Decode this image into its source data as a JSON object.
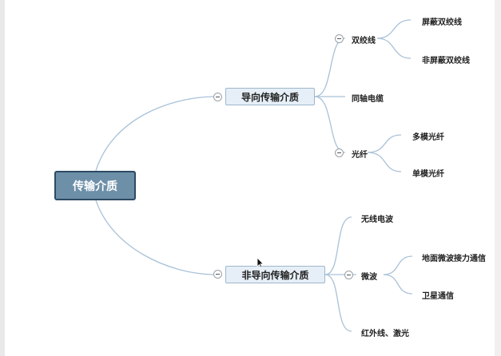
{
  "root": {
    "label": "传输介质"
  },
  "guided": {
    "label": "导向传输介质",
    "twisted_pair": {
      "label": "双绞线",
      "children": [
        "屏蔽双绞线",
        "非屏蔽双绞线"
      ]
    },
    "coax": {
      "label": "同轴电缆"
    },
    "fiber": {
      "label": "光纤",
      "children": [
        "多模光纤",
        "单模光纤"
      ]
    }
  },
  "unguided": {
    "label": "非导向传输介质",
    "radio": {
      "label": "无线电波"
    },
    "microwave": {
      "label": "微波",
      "children": [
        "地面微波接力通信",
        "卫星通信"
      ]
    },
    "infrared": {
      "label": "红外线、激光"
    }
  },
  "colors": {
    "root_fill": "#6d8fa8",
    "root_border": "#2d4a63",
    "node_fill": "#e6eff7",
    "node_border": "#9fb6cb",
    "connector": "#a9c2d8"
  },
  "icons": [
    "collapse-toggle-icon",
    "mouse-cursor-icon"
  ]
}
